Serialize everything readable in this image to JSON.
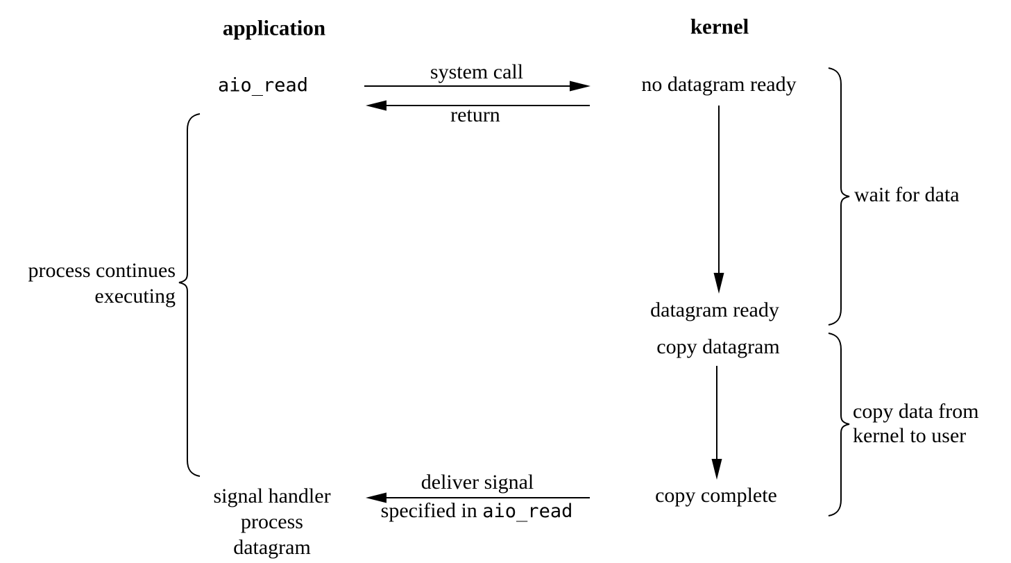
{
  "colors": {
    "ink": "#000000",
    "background": "#ffffff"
  },
  "headers": {
    "application": "application",
    "kernel": "kernel"
  },
  "application_column": {
    "aio_read_call": "aio_read",
    "signal_handler": {
      "line1": "signal handler",
      "line2": "process",
      "line3": "datagram"
    }
  },
  "kernel_column": {
    "no_datagram_ready": "no datagram ready",
    "datagram_ready": "datagram ready",
    "copy_datagram": "copy datagram",
    "copy_complete": "copy complete"
  },
  "arrow_labels": {
    "system_call": "system call",
    "return": "return",
    "deliver_signal_line1": "deliver signal",
    "deliver_signal_line2_prefix": "specified in ",
    "deliver_signal_line2_code": "aio_read"
  },
  "brace_labels": {
    "process_continues": {
      "line1": "process continues",
      "line2": "executing"
    },
    "wait_for_data": "wait for data",
    "copy_data_from": {
      "line1": "copy data from",
      "line2": "kernel to user"
    }
  }
}
